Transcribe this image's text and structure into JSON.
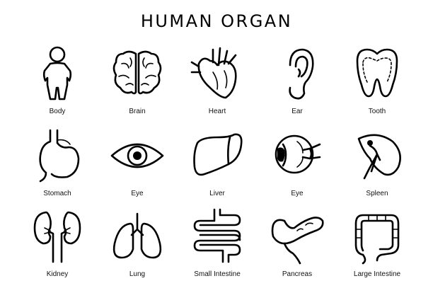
{
  "title": "HUMAN ORGAN",
  "icons": [
    {
      "label": "Body",
      "icon": "body-icon"
    },
    {
      "label": "Brain",
      "icon": "brain-icon"
    },
    {
      "label": "Heart",
      "icon": "heart-icon"
    },
    {
      "label": "Ear",
      "icon": "ear-icon"
    },
    {
      "label": "Tooth",
      "icon": "tooth-icon"
    },
    {
      "label": "Stomach",
      "icon": "stomach-icon"
    },
    {
      "label": "Eye",
      "icon": "eye-icon"
    },
    {
      "label": "Liver",
      "icon": "liver-icon"
    },
    {
      "label": "Eye",
      "icon": "eyeball-icon"
    },
    {
      "label": "Spleen",
      "icon": "spleen-icon"
    },
    {
      "label": "Kidney",
      "icon": "kidney-icon"
    },
    {
      "label": "Lung",
      "icon": "lung-icon"
    },
    {
      "label": "Small Intestine",
      "icon": "small-intestine-icon"
    },
    {
      "label": "Pancreas",
      "icon": "pancreas-icon"
    },
    {
      "label": "Large Intestine",
      "icon": "large-intestine-icon"
    }
  ]
}
